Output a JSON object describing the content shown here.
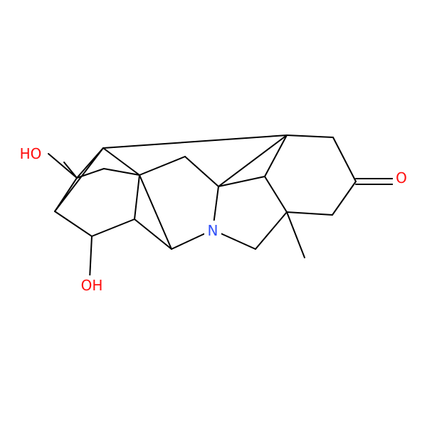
{
  "diagram": {
    "type": "skeletal-structure",
    "colors": {
      "bond": "#000000",
      "oxygen": "#FF0D0D",
      "nitrogen": "#3050F8",
      "background": "#FFFFFF"
    },
    "atom_labels": [
      {
        "id": "hydroxyl-upper",
        "text": "HO",
        "element": "O"
      },
      {
        "id": "hydroxyl-lower",
        "text": "OH",
        "element": "O"
      },
      {
        "id": "ketone-oxygen",
        "text": "O",
        "element": "O"
      },
      {
        "id": "ring-nitrogen",
        "text": "N",
        "element": "N"
      }
    ]
  }
}
